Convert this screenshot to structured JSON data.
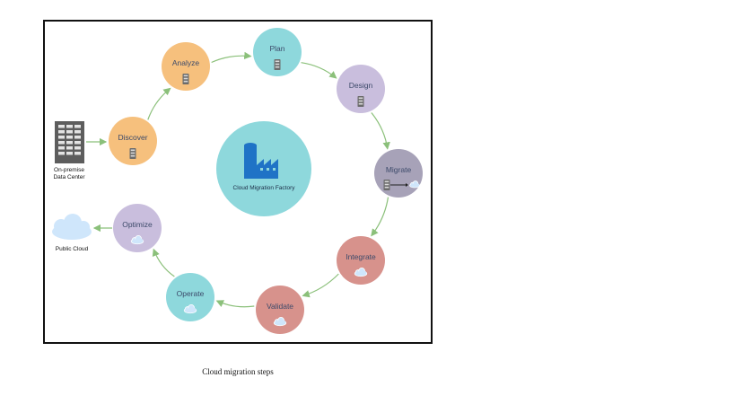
{
  "center": {
    "label": "Cloud Migration Factory",
    "color": "#8ed8dc",
    "icon": "factory-icon",
    "icon_color": "#1f73c6"
  },
  "on_premise": {
    "line1": "On-premise",
    "line2": "Data Center",
    "icon": "server-rack-icon"
  },
  "public_cloud": {
    "label": "Public Cloud",
    "icon": "cloud-icon",
    "color": "#cfe6fb"
  },
  "caption": "Cloud migration steps",
  "arrow_color": "#8bc07a",
  "steps": [
    {
      "id": "discover",
      "label": "Discover",
      "color": "#f6c07d",
      "icon": "server-icon"
    },
    {
      "id": "analyze",
      "label": "Analyze",
      "color": "#f6c07d",
      "icon": "server-icon"
    },
    {
      "id": "plan",
      "label": "Plan",
      "color": "#8ed8dc",
      "icon": "server-icon"
    },
    {
      "id": "design",
      "label": "Design",
      "color": "#c9bedd",
      "icon": "server-icon"
    },
    {
      "id": "migrate",
      "label": "Migrate",
      "color": "#a7a2b8",
      "icon": "server-to-cloud-icon"
    },
    {
      "id": "integrate",
      "label": "Integrate",
      "color": "#d7928c",
      "icon": "cloud-icon"
    },
    {
      "id": "validate",
      "label": "Validate",
      "color": "#d7928c",
      "icon": "cloud-icon"
    },
    {
      "id": "operate",
      "label": "Operate",
      "color": "#8ed8dc",
      "icon": "cloud-icon"
    },
    {
      "id": "optimize",
      "label": "Optimize",
      "color": "#c9bedd",
      "icon": "cloud-icon"
    }
  ]
}
